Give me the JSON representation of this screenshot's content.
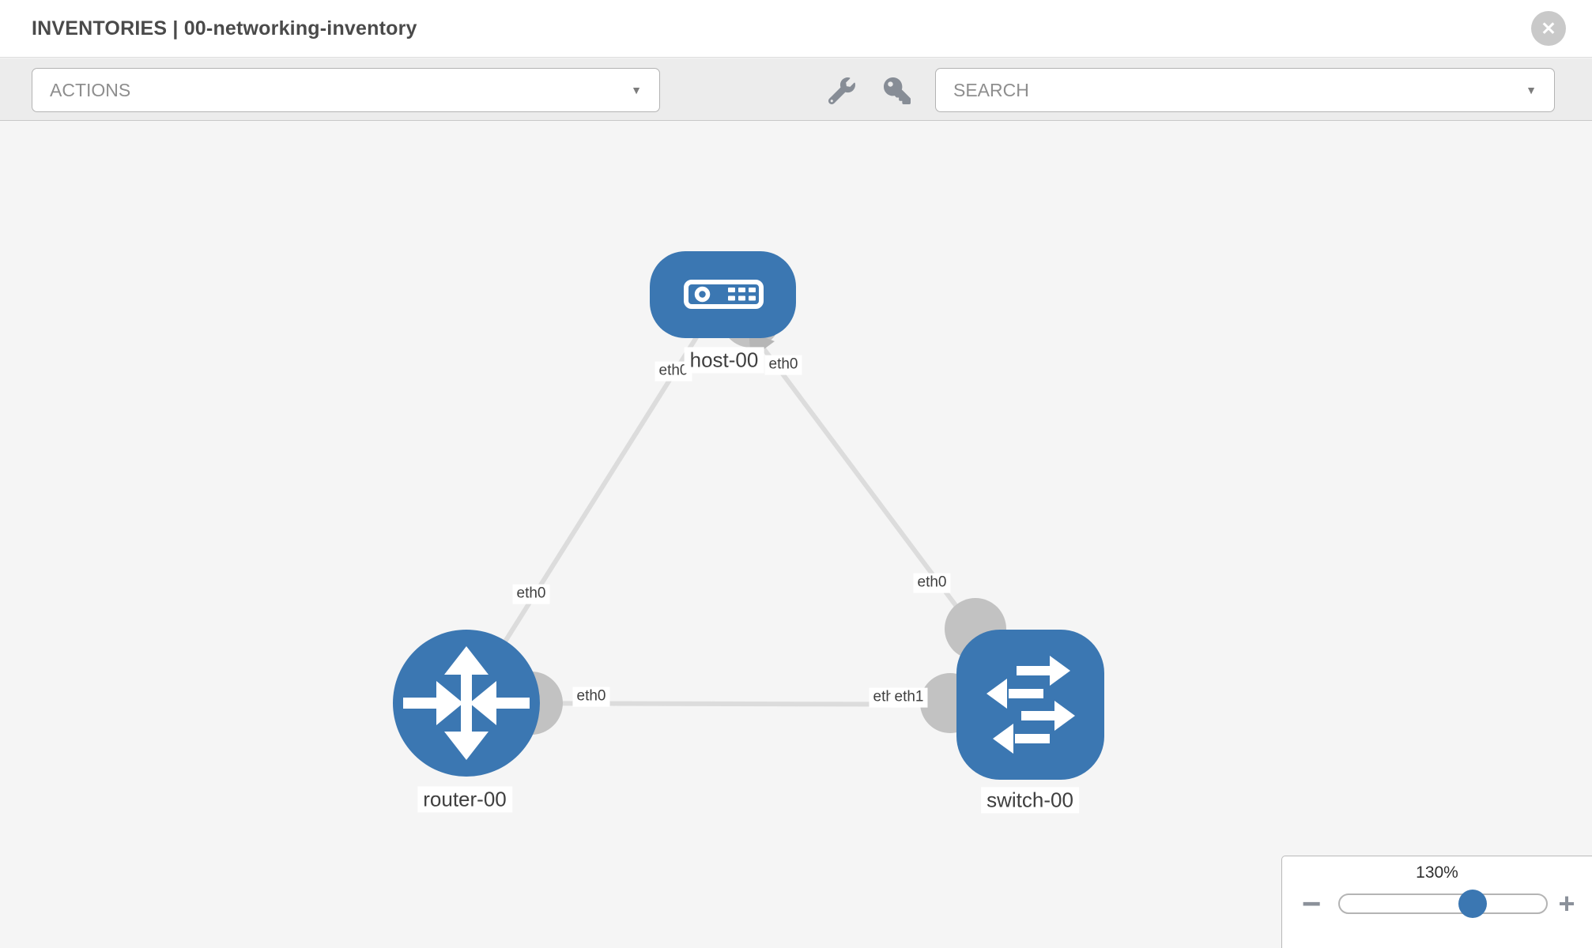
{
  "header": {
    "title": "INVENTORIES | 00-networking-inventory"
  },
  "toolbar": {
    "actions_label": "ACTIONS",
    "search_placeholder": "SEARCH"
  },
  "icons": {
    "caret": "▼",
    "close": "✕",
    "minus": "−",
    "plus": "+",
    "wrench": "wrench-icon",
    "key": "key-icon"
  },
  "topology": {
    "nodes": [
      {
        "id": "host-00",
        "label": "host-00",
        "type": "host"
      },
      {
        "id": "router-00",
        "label": "router-00",
        "type": "router"
      },
      {
        "id": "switch-00",
        "label": "switch-00",
        "type": "switch"
      }
    ],
    "links": [
      {
        "source": "router-00",
        "target": "host-00",
        "source_interface": "eth0",
        "target_interface": "eth0"
      },
      {
        "source": "switch-00",
        "target": "host-00",
        "source_interface": "eth0",
        "target_interface": "eth0"
      },
      {
        "source": "switch-00",
        "target": "router-00",
        "source_interface": "eth1",
        "target_interface": "eth0"
      }
    ],
    "trunk_overlap_back_label": "eth0"
  },
  "zoom_control": {
    "value": "130%"
  },
  "colors": {
    "node_blue": "#3b77b2",
    "link_gray": "#dcdcdc",
    "port_gray": "#c2c2c2",
    "canvas_bg": "#f5f5f5",
    "toolbar_bg": "#ececec"
  }
}
